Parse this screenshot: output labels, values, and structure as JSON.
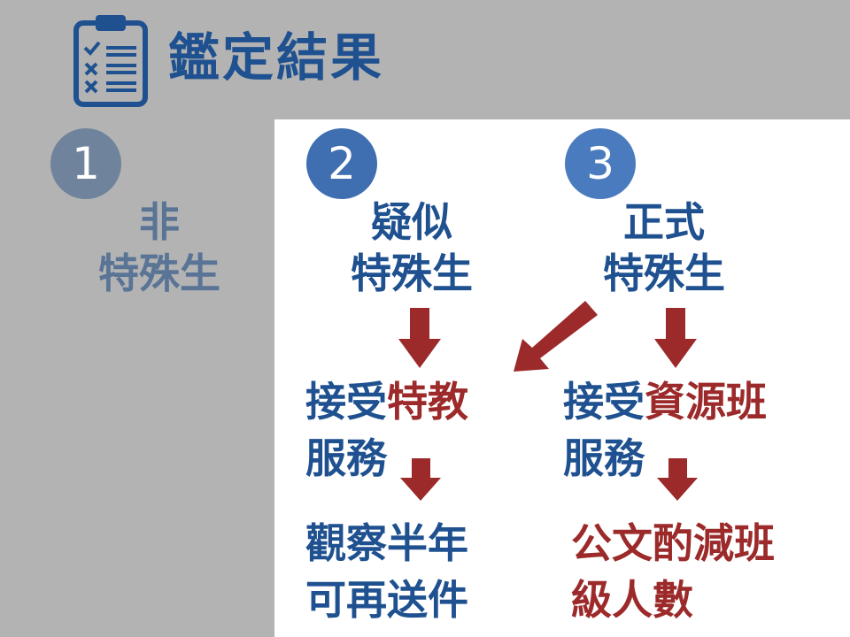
{
  "title": "鑑定結果",
  "colors": {
    "background": "#b3b3b3",
    "panel": "#ffffff",
    "blue": "#1f5190",
    "red": "#9c2a2a",
    "gray_text": "#5a7496"
  },
  "icons": {
    "header": "clipboard-checklist-icon"
  },
  "categories": [
    {
      "number": "1",
      "line1": "非",
      "line2": "特殊生"
    },
    {
      "number": "2",
      "line1": "疑似",
      "line2": "特殊生"
    },
    {
      "number": "3",
      "line1": "正式",
      "line2": "特殊生"
    }
  ],
  "flow2": {
    "step1": {
      "line1_blue": "接受",
      "line1_red": "特教",
      "line2": "服務"
    },
    "step2": {
      "line1": "觀察半年",
      "line2": "可再送件"
    }
  },
  "flow3": {
    "step1": {
      "line1_blue": "接受",
      "line1_red": "資源班",
      "line2": "服務"
    },
    "step2": {
      "line1": "公文酌減班",
      "line2": "級人數"
    }
  }
}
